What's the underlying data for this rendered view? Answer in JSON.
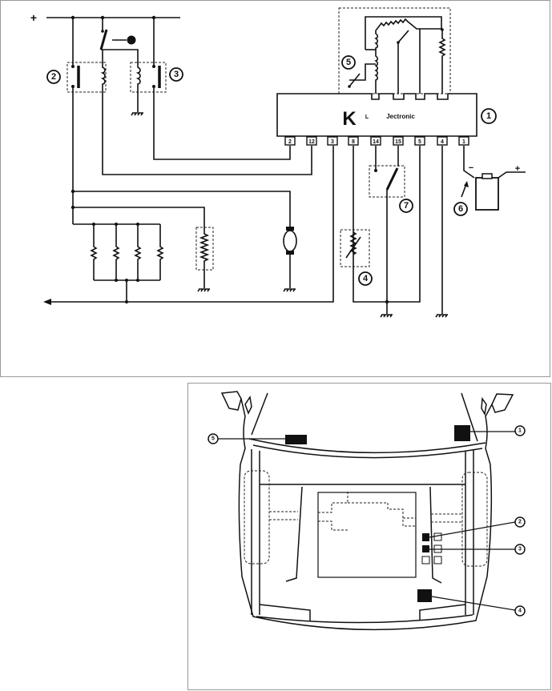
{
  "wiring_diagram": {
    "supply_label": "+",
    "module": {
      "logo": "K",
      "name_prefix": "L",
      "name": "Jectronic",
      "callout": "1",
      "pins": [
        "2",
        "12",
        "3",
        "8",
        "14",
        "15",
        "5",
        "4",
        "1"
      ]
    },
    "callouts": {
      "relay_left": "2",
      "relay_right": "3",
      "temp_sensor": "4",
      "air_flow_meter": "5",
      "ignition_coil": "6",
      "throttle_switch": "7"
    },
    "coil_minus": "−",
    "coil_plus": "+"
  },
  "location_diagram": {
    "callouts": [
      "1",
      "2",
      "3",
      "4",
      "5"
    ]
  }
}
